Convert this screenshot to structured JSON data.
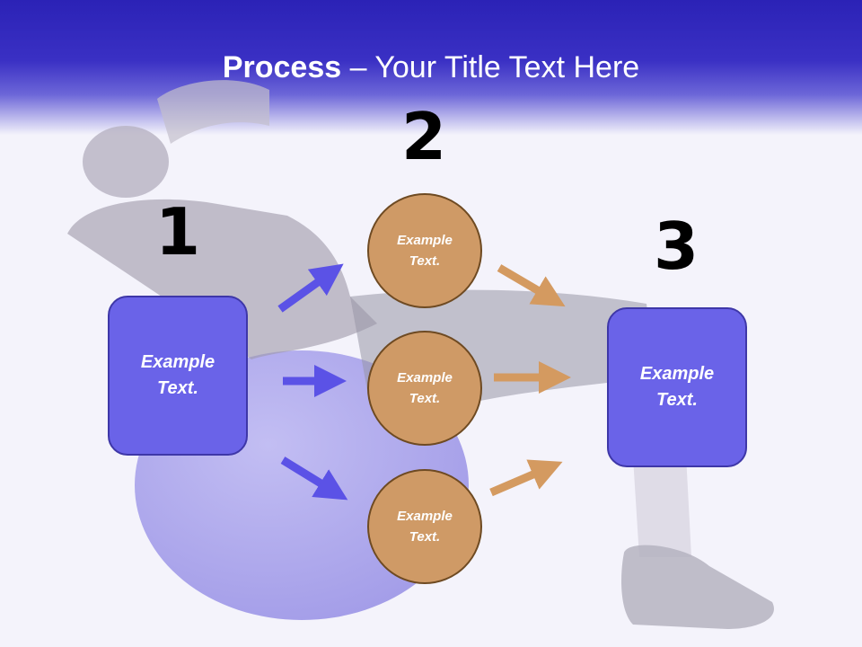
{
  "title": {
    "bold": "Process",
    "rest": " – Your Title Text Here"
  },
  "steps": {
    "one": "1",
    "two": "2",
    "three": "3"
  },
  "left_box": {
    "text": "Example Text."
  },
  "right_box": {
    "text": "Example Text."
  },
  "circles": [
    {
      "text": "Example Text."
    },
    {
      "text": "Example Text."
    },
    {
      "text": "Example Text."
    }
  ],
  "colors": {
    "header": "#2b22b6",
    "box_fill": "#6a63e8",
    "circle_fill": "#cf9a66",
    "blue_arrow": "#5b52e6",
    "orange_arrow": "#d49a60"
  }
}
